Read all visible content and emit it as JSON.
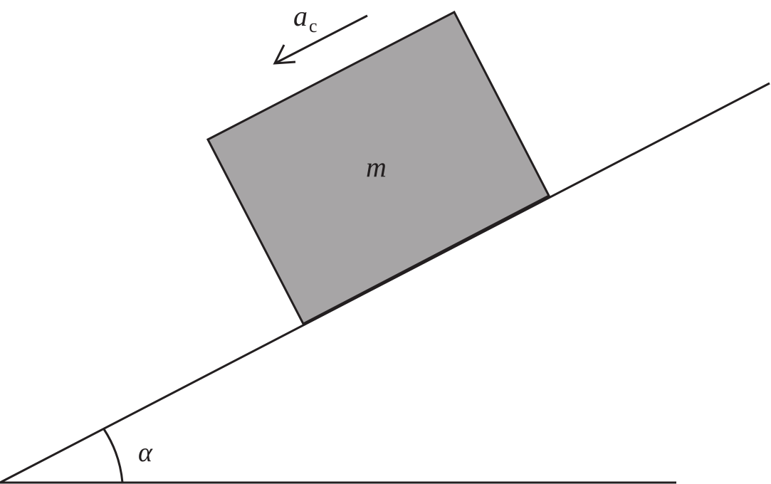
{
  "diagram": {
    "mass_label": "m",
    "acceleration_label": "a",
    "acceleration_subscript": "c",
    "angle_label": "α"
  },
  "colors": {
    "stroke": "#231f20",
    "block_fill": "#a7a5a6",
    "background": "#ffffff"
  }
}
